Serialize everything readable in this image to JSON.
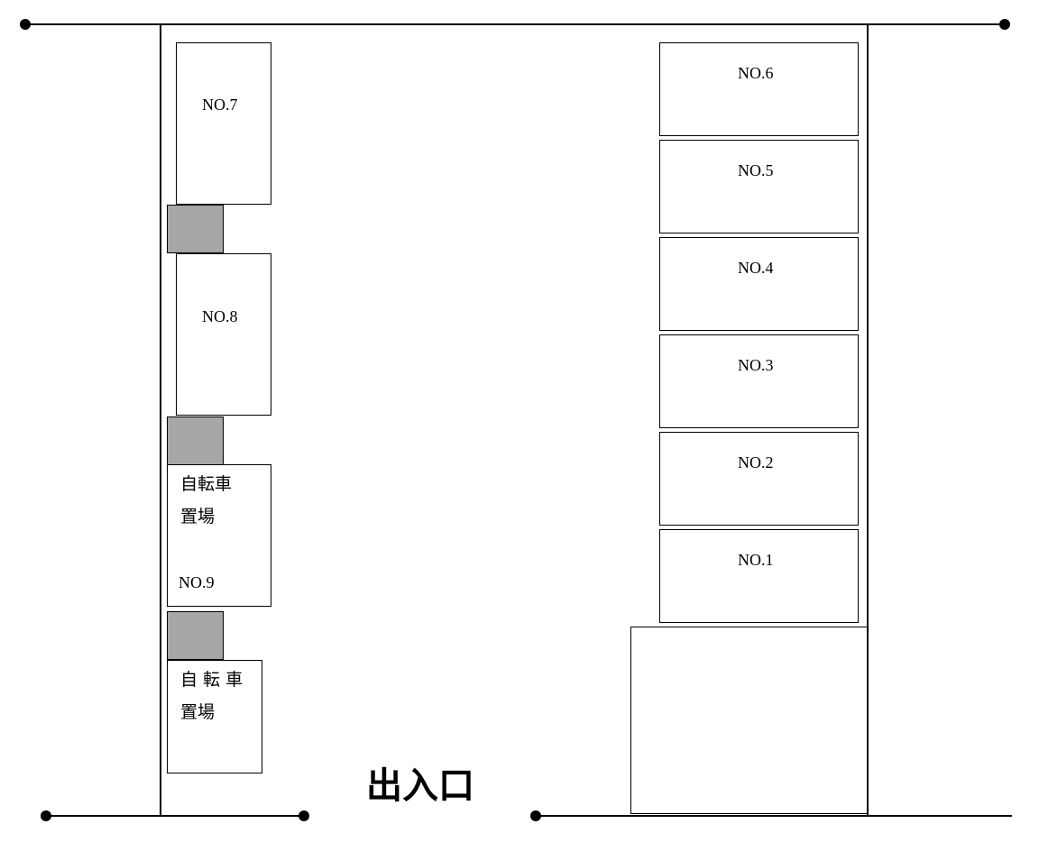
{
  "colors": {
    "line": "#000000",
    "background": "#ffffff",
    "shade": "#a6a6a6"
  },
  "left_spaces": [
    {
      "id": "7",
      "label": "NO.7"
    },
    {
      "id": "8",
      "label": "NO.8"
    },
    {
      "id": "9",
      "label": "NO.9",
      "note_line1": "自転車",
      "note_line2": "置場"
    }
  ],
  "bike_area": {
    "note_line1": "自 転 車",
    "note_line2": "置場"
  },
  "right_spaces": [
    {
      "id": "6",
      "label": "NO.6"
    },
    {
      "id": "5",
      "label": "NO.5"
    },
    {
      "id": "4",
      "label": "NO.4"
    },
    {
      "id": "3",
      "label": "NO.3"
    },
    {
      "id": "2",
      "label": "NO.2"
    },
    {
      "id": "1",
      "label": "NO.1"
    }
  ],
  "entrance": {
    "label": "出入口"
  }
}
